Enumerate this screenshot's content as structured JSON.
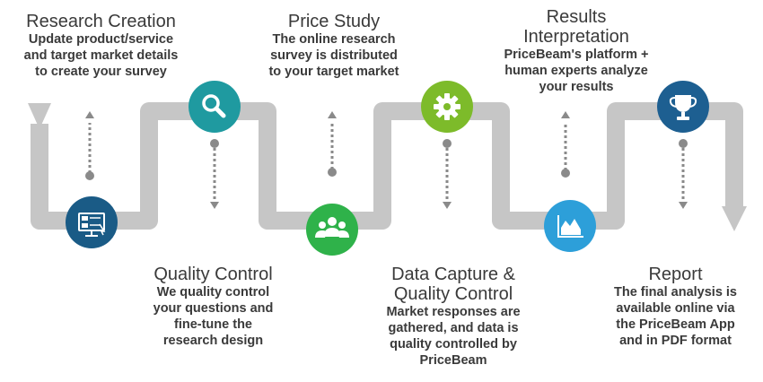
{
  "steps": [
    {
      "id": "research-creation",
      "title_lines": [
        "Research Creation"
      ],
      "desc_lines": [
        "Update product/service",
        "and target market details",
        "to create your survey"
      ],
      "icon": "monitor-survey-icon",
      "color": "#1a5b86"
    },
    {
      "id": "quality-control",
      "title_lines": [
        "Quality Control"
      ],
      "desc_lines": [
        "We quality control",
        "your questions and",
        "fine-tune the",
        "research design"
      ],
      "icon": "magnifier-icon",
      "color": "#1f9aa0"
    },
    {
      "id": "price-study",
      "title_lines": [
        "Price Study"
      ],
      "desc_lines": [
        "The online research",
        "survey is distributed",
        "to your target market"
      ],
      "icon": "people-group-icon",
      "color": "#2fb24a"
    },
    {
      "id": "data-capture",
      "title_lines": [
        "Data Capture &",
        "Quality Control"
      ],
      "desc_lines": [
        "Market responses are",
        "gathered, and data is",
        "quality controlled by",
        "PriceBeam"
      ],
      "icon": "gear-icon",
      "color": "#7dbb2a"
    },
    {
      "id": "results-interpretation",
      "title_lines": [
        "Results",
        "Interpretation"
      ],
      "desc_lines": [
        "PriceBeam's platform +",
        "human experts analyze",
        "your results"
      ],
      "icon": "area-chart-icon",
      "color": "#2d9fd9"
    },
    {
      "id": "report",
      "title_lines": [
        "Report"
      ],
      "desc_lines": [
        "The final analysis is",
        "available online via",
        "the PriceBeam App",
        "and in PDF format"
      ],
      "icon": "trophy-icon",
      "color": "#1d5f91"
    }
  ],
  "colors": {
    "track": "#c6c6c6",
    "connector": "#8a8a8a",
    "text": "#3a3a3a"
  }
}
